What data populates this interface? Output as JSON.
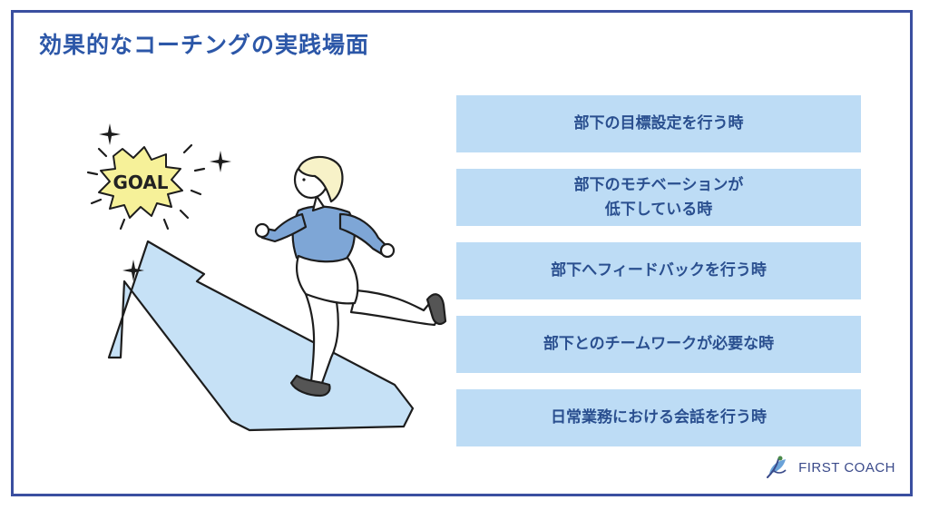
{
  "title": "効果的なコーチングの実践場面",
  "goal_label": "GOAL",
  "items": [
    {
      "line1": "部下の目標設定を行う時",
      "line2": ""
    },
    {
      "line1": "部下のモチベーションが",
      "line2": "低下している時"
    },
    {
      "line1": "部下へフィードバックを行う時",
      "line2": ""
    },
    {
      "line1": "部下とのチームワークが必要な時",
      "line2": ""
    },
    {
      "line1": "日常業務における会話を行う時",
      "line2": ""
    }
  ],
  "brand": {
    "name": "FIRST COACH",
    "icon": "leaf-figure-icon"
  },
  "colors": {
    "title": "#2c57a8",
    "item_bg": "#bddcf5",
    "item_text": "#2a4f8f",
    "frame": "#3a4fa0",
    "arrow_fill": "#c6e1f6",
    "goal_burst": "#f6f199",
    "shirt": "#7ea6d6"
  }
}
